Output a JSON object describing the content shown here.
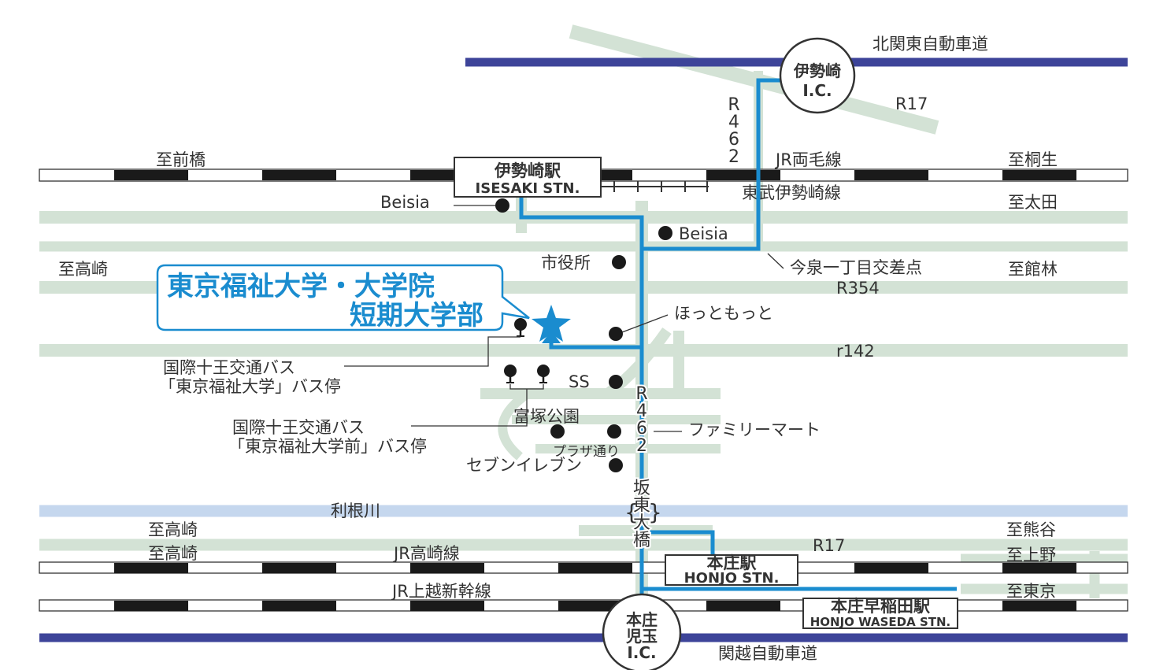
{
  "colors": {
    "road": "#d3e2d5",
    "river": "#c5d7ee",
    "expressway": "#3d4499",
    "route": "#1a8ccf",
    "rail_dark": "#1a1a1a",
    "text": "#333333",
    "star": "#1a8ccf"
  },
  "campus": {
    "name_line1": "東京福祉大学・大学院",
    "name_line2": "短期大学部"
  },
  "expressways": {
    "north": "北関東自動車道",
    "south": "関越自動車道"
  },
  "interchanges": {
    "isesaki": {
      "line1": "伊勢崎",
      "line2": "I.C."
    },
    "honjo": {
      "line1": "本庄",
      "line2": "児玉",
      "line3": "I.C."
    }
  },
  "stations": {
    "isesaki": {
      "jp": "伊勢崎駅",
      "en": "ISESAKI STN."
    },
    "honjo": {
      "jp": "本庄駅",
      "en": "HONJO STN."
    },
    "honjo_waseda": {
      "jp": "本庄早稲田駅",
      "en": "HONJO WASEDA STN."
    }
  },
  "railways": {
    "jr_ryomo": "JR両毛線",
    "tobu_isesaki": "東武伊勢崎線",
    "jr_takasaki": "JR高崎線",
    "jr_joetsu": "JR上越新幹線"
  },
  "roads": {
    "r17_north": "R17",
    "r462_north": "R462",
    "r354": "R354",
    "r142": "r142",
    "r462_south": "R462",
    "r17_south": "R17"
  },
  "river": "利根川",
  "bridge": "坂東大橋",
  "directions": {
    "maebashi": "至前橋",
    "kiryu": "至桐生",
    "ota": "至太田",
    "takasaki_north": "至高崎",
    "tatebayashi": "至館林",
    "takasaki_south_1": "至高崎",
    "takasaki_south_2": "至高崎",
    "kumagaya": "至熊谷",
    "ueno": "至上野",
    "tokyo": "至東京"
  },
  "landmarks": {
    "beisia_west": "Beisia",
    "beisia_east": "Beisia",
    "city_hall": "市役所",
    "imaizumi": "今泉一丁目交差点",
    "hottomotto": "ほっともっと",
    "ss": "SS",
    "tomizuka_park": "富塚公園",
    "familymart": "ファミリーマート",
    "plaza_dori": "プラザ通り",
    "seven_eleven": "セブンイレブン"
  },
  "bus_stops": {
    "stop1_line1": "国際十王交通バス",
    "stop1_line2": "「東京福祉大学」バス停",
    "stop2_line1": "国際十王交通バス",
    "stop2_line2": "「東京福祉大学前」バス停"
  }
}
